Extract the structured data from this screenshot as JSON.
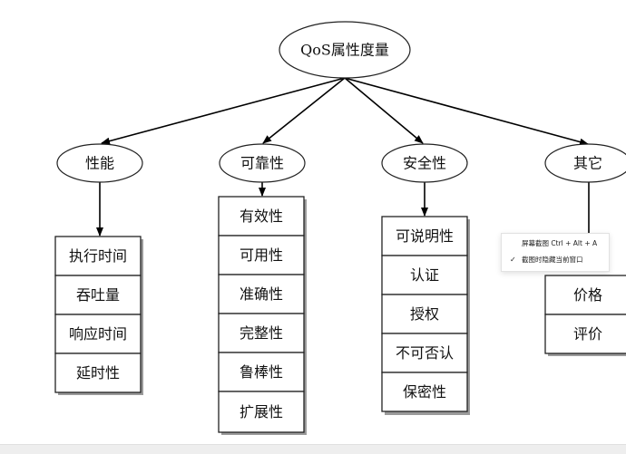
{
  "root": {
    "label": "QoS属性度量"
  },
  "categories": [
    {
      "id": "perf",
      "label": "性能",
      "items": [
        "执行时间",
        "吞吐量",
        "响应时间",
        "延时性"
      ]
    },
    {
      "id": "rel",
      "label": "可靠性",
      "items": [
        "有效性",
        "可用性",
        "准确性",
        "完整性",
        "鲁棒性",
        "扩展性"
      ]
    },
    {
      "id": "sec",
      "label": "安全性",
      "items": [
        "可说明性",
        "认证",
        "授权",
        "不可否认",
        "保密性"
      ]
    },
    {
      "id": "other",
      "label": "其它",
      "items": [
        "价格",
        "评价"
      ]
    }
  ],
  "popup": {
    "row1": "屏幕截图 Ctrl + Alt + A",
    "row2": "截图时隐藏当前窗口",
    "checked": true
  }
}
